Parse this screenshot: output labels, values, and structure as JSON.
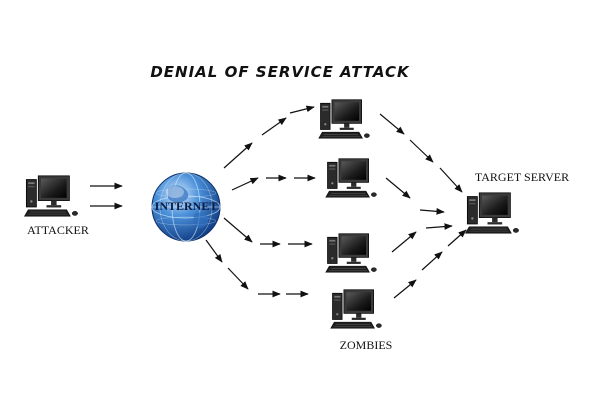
{
  "title": "DENIAL OF SERVICE ATTACK",
  "labels": {
    "attacker": "ATTACKER",
    "internet": "INTERNET",
    "target_server": "TARGET SERVER",
    "zombies": "ZOMBIES"
  },
  "nodes": [
    {
      "id": "attacker",
      "icon": "computer-icon"
    },
    {
      "id": "internet",
      "icon": "globe-icon"
    },
    {
      "id": "zombie-1",
      "icon": "computer-icon"
    },
    {
      "id": "zombie-2",
      "icon": "computer-icon"
    },
    {
      "id": "zombie-3",
      "icon": "computer-icon"
    },
    {
      "id": "zombie-4",
      "icon": "computer-icon"
    },
    {
      "id": "target-server",
      "icon": "computer-icon"
    }
  ],
  "edges": [
    {
      "from": "attacker",
      "to": "internet"
    },
    {
      "from": "internet",
      "to": "zombie-1"
    },
    {
      "from": "internet",
      "to": "zombie-2"
    },
    {
      "from": "internet",
      "to": "zombie-3"
    },
    {
      "from": "internet",
      "to": "zombie-4"
    },
    {
      "from": "zombie-1",
      "to": "target-server"
    },
    {
      "from": "zombie-2",
      "to": "target-server"
    },
    {
      "from": "zombie-3",
      "to": "target-server"
    },
    {
      "from": "zombie-4",
      "to": "target-server"
    }
  ],
  "colors": {
    "globe_light": "#cfe6fb",
    "globe_mid": "#4a90d9",
    "globe_dark": "#123f86",
    "arrow": "#111111"
  }
}
